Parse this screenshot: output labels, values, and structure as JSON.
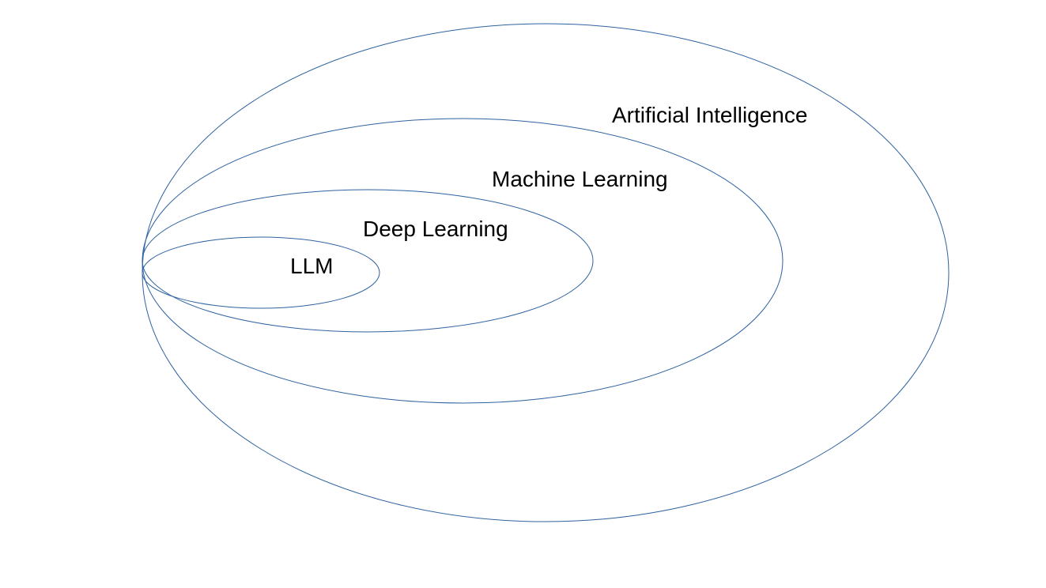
{
  "diagram": {
    "type": "nested-ellipses",
    "stroke_color": "#2e62a0",
    "text_color": "#000000",
    "background": "#ffffff",
    "rings": [
      {
        "label": "Artificial Intelligence"
      },
      {
        "label": "Machine Learning"
      },
      {
        "label": "Deep Learning"
      },
      {
        "label": "LLM"
      }
    ]
  }
}
